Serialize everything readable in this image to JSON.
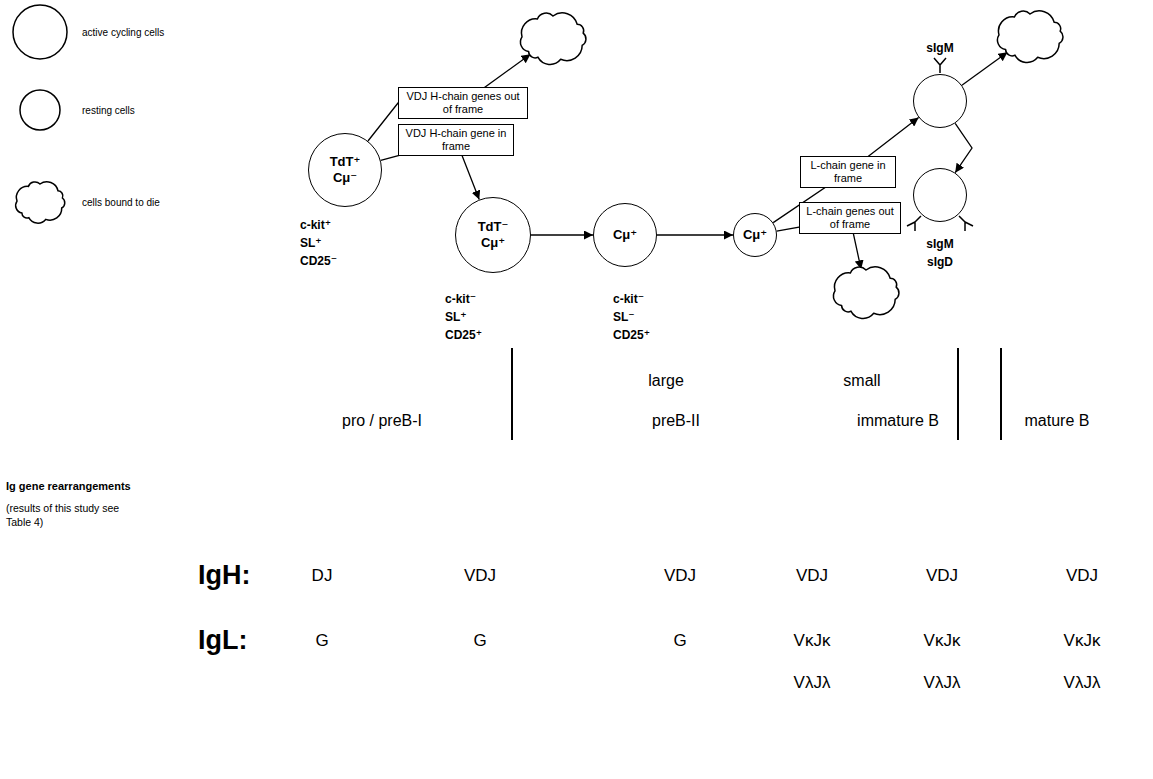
{
  "diagram": {
    "nodes": [
      {
        "text": [
          "TdT⁺ Cμ⁻",
          "c-kit⁺ SL⁺ CD25⁻"
        ]
      },
      {
        "text": []
      },
      {
        "text": [
          "TdT⁻ Cμ⁺",
          "c-kit⁻ SL⁺ CD25⁺"
        ]
      },
      {
        "text": [
          "Cμ⁺",
          "c-kit⁻ SL⁻ CD25⁺"
        ]
      },
      {
        "text": [
          "Cμ⁺"
        ]
      },
      {
        "text": [
          "sIgM"
        ]
      },
      {
        "text": []
      },
      {
        "text": [
          "sIgM sIgD"
        ]
      },
      {
        "text": []
      }
    ],
    "edges": [
      {
        "from": 0,
        "to": 1,
        "arrow": "to",
        "label": "VDJ H-chain genes out of frame"
      },
      {
        "from": 0,
        "to": 2,
        "arrow": "to",
        "label": "VDJ H-chain gene in frame"
      },
      {
        "from": 2,
        "to": 3,
        "arrow": "to"
      },
      {
        "from": 3,
        "to": 4,
        "arrow": "to"
      },
      {
        "from": 4,
        "to": 5,
        "arrow": "to",
        "label": "L-chain gene in frame"
      },
      {
        "from": 4,
        "to": 8,
        "arrow": "to",
        "label": "L-chain genes out of frame"
      },
      {
        "from": 5,
        "to": 6,
        "arrow": "to"
      },
      {
        "from": 5,
        "to": 7,
        "arrow": "to"
      }
    ],
    "labels": [
      "large",
      "small",
      "pro / preB-I",
      "preB-II",
      "immature B",
      "mature B",
      "Ig gene rearrangements",
      "(results of this study see Table 4)",
      "IgH:",
      "DJ",
      "VDJ",
      "VDJ",
      "VDJ",
      "VDJ",
      "VDJ",
      "IgL:",
      "G",
      "G",
      "G",
      "VκJκ",
      "VκJκ",
      "VκJκ",
      "VλJλ",
      "VλJλ",
      "VλJλ"
    ],
    "legend": [
      {
        "text": "active cycling cells"
      },
      {
        "text": "resting cells"
      },
      {
        "text": "cells bound to die"
      }
    ]
  }
}
